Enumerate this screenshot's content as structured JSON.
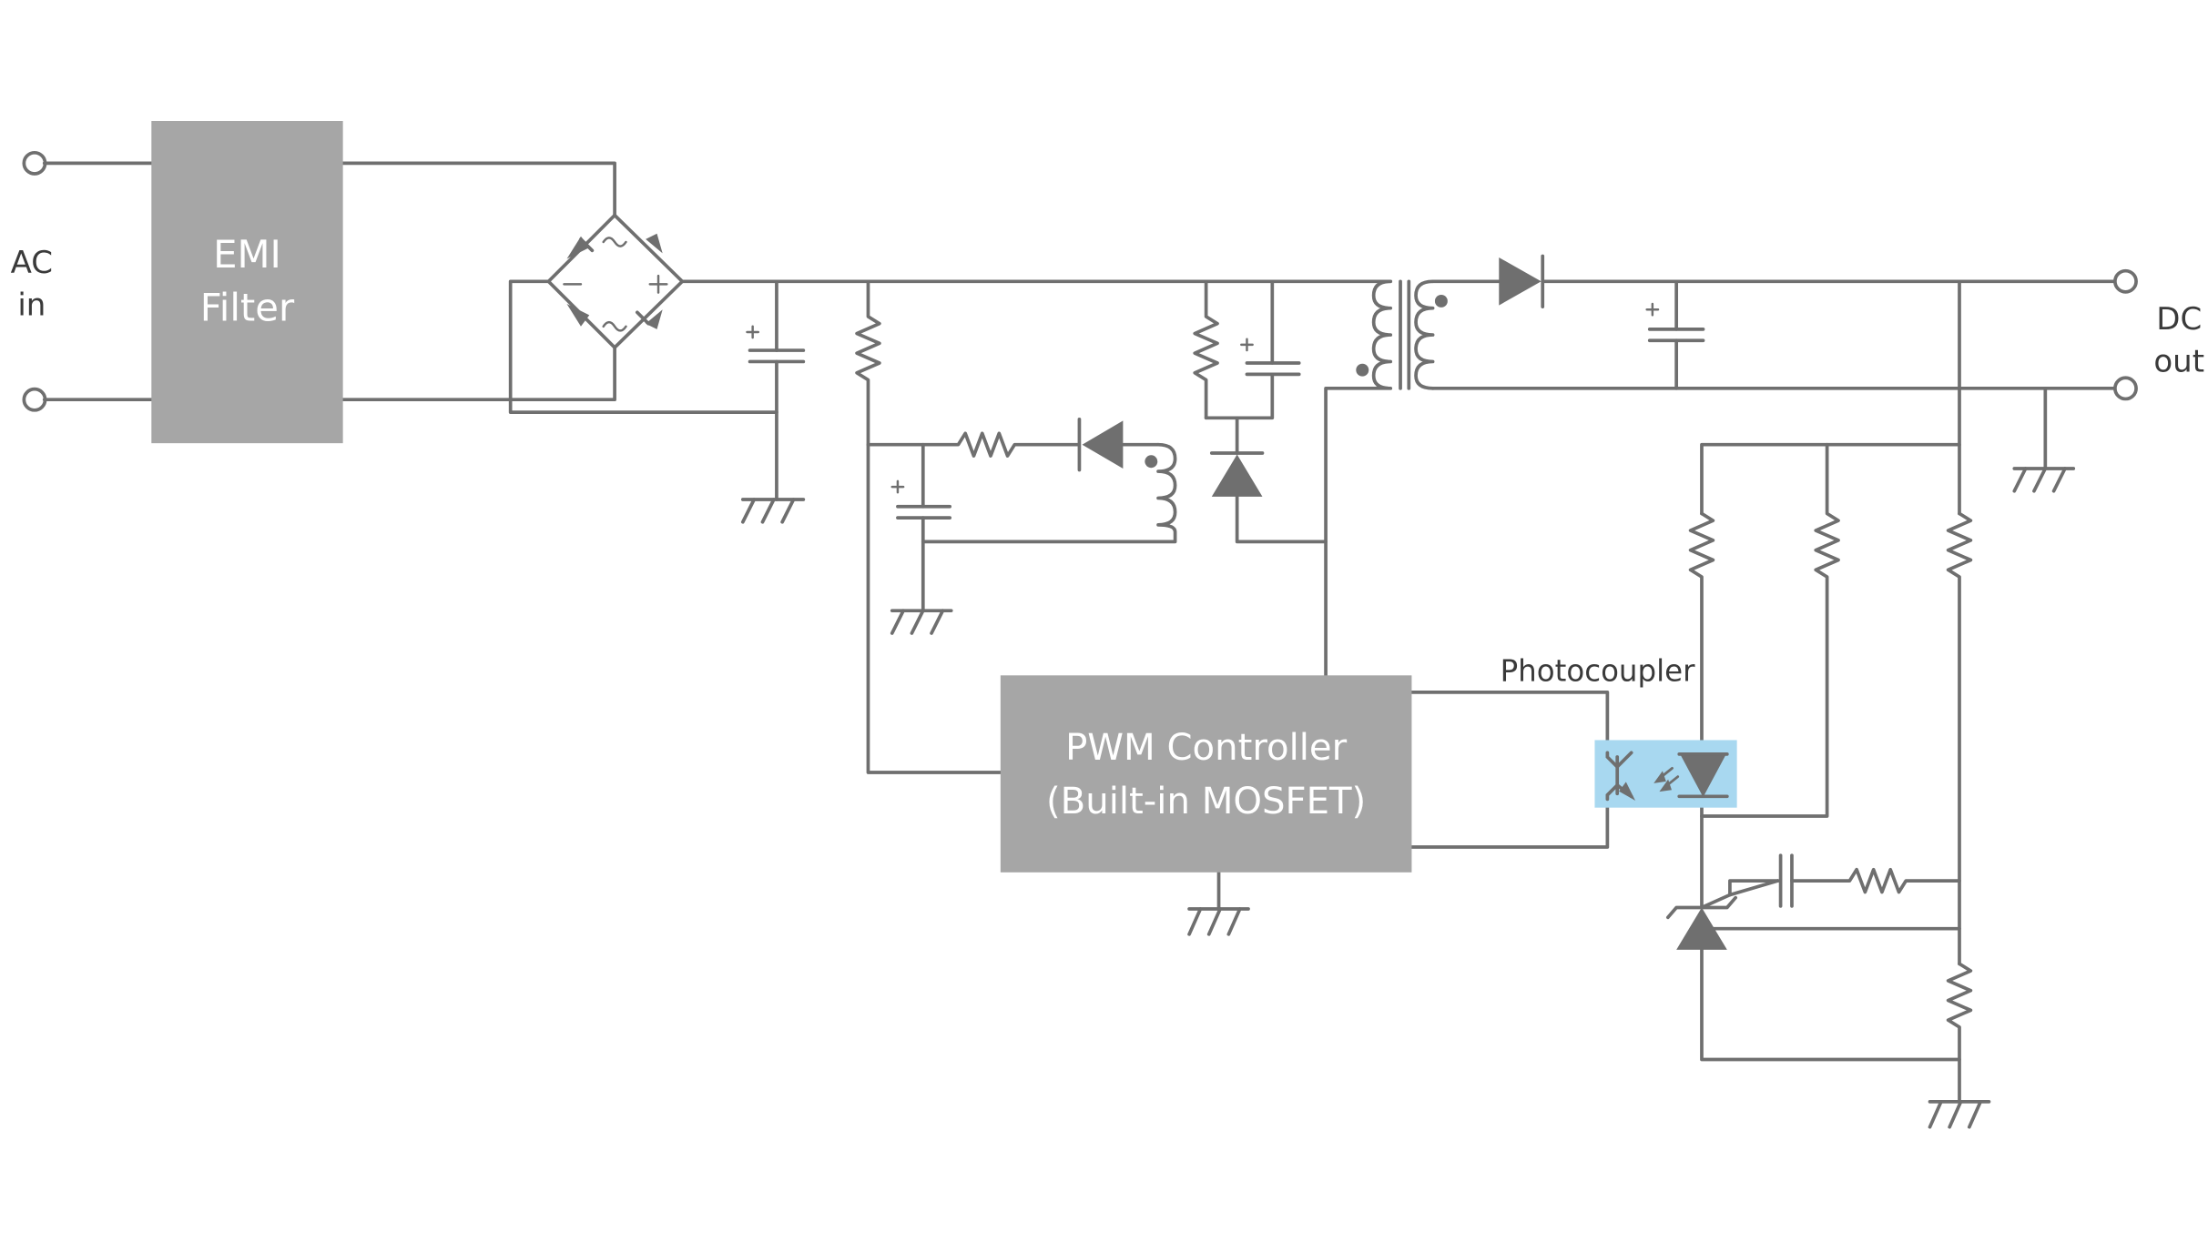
{
  "labels": {
    "ac_in_line1": "AC",
    "ac_in_line2": "in",
    "dc_out_line1": "DC",
    "dc_out_line2": "out",
    "photocoupler": "Photocoupler"
  },
  "blocks": {
    "emi_filter_line1": "EMI",
    "emi_filter_line2": "Filter",
    "pwm_line1": "PWM Controller",
    "pwm_line2": "(Built-in MOSFET)"
  },
  "colors": {
    "wire": "#6f6f6f",
    "block_fill": "#a6a6a6",
    "block_text": "#ffffff",
    "photocoupler_highlight": "#a8d8f0",
    "label_text": "#3a3a3a"
  }
}
